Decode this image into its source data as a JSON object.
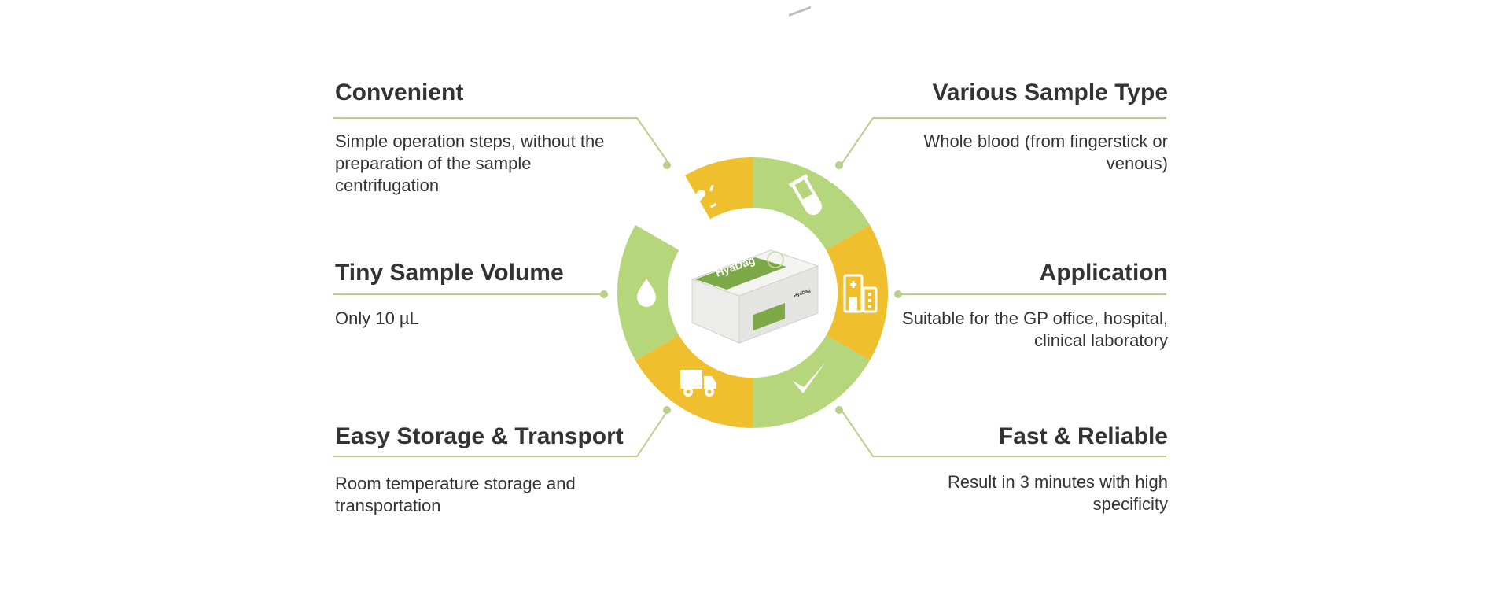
{
  "colors": {
    "green": "#b5d67a",
    "yellow": "#f0bf2e",
    "connector": "#b8d08a",
    "text": "#333333",
    "box_green": "#7da846"
  },
  "features": {
    "convenient": {
      "title": "Convenient",
      "desc": "Simple operation steps, without the preparation of the sample centrifugation",
      "icon": "finger-touch-icon"
    },
    "various": {
      "title": "Various Sample Type",
      "desc": "Whole blood (from fingerstick or venous)",
      "icon": "test-tube-icon"
    },
    "tiny": {
      "title": "Tiny Sample Volume",
      "desc": "Only 10 µL",
      "icon": "drop-icon"
    },
    "application": {
      "title": "Application",
      "desc": "Suitable for the GP office, hospital, clinical laboratory",
      "icon": "hospital-icon"
    },
    "storage": {
      "title": "Easy Storage & Transport",
      "desc": "Room temperature storage and transportation",
      "icon": "truck-icon"
    },
    "fast": {
      "title": "Fast & Reliable",
      "desc": "Result in 3 minutes with high specificity",
      "icon": "checkmark-icon"
    }
  },
  "product": {
    "brand": "HyaDag",
    "side_label": "HyaDag"
  }
}
